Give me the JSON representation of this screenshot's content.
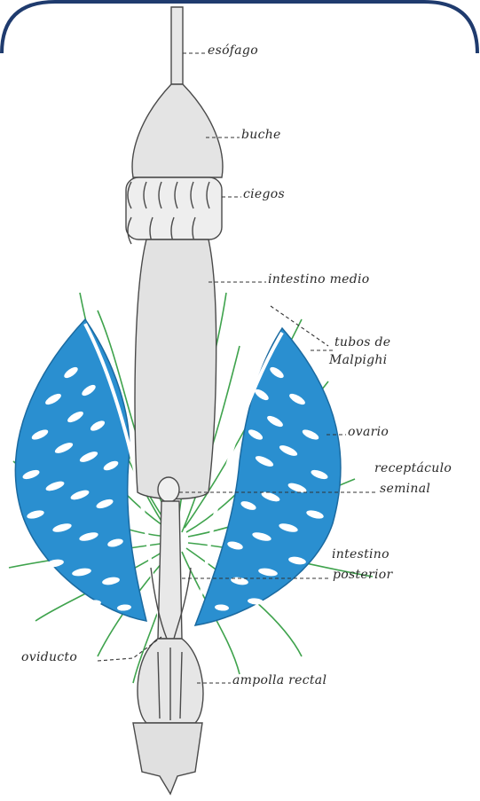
{
  "labels": {
    "esofago": "esófago",
    "buche": "buche",
    "ciegos": "ciegos",
    "intestino_medio": "intestino medio",
    "tubos_line1": "tubos de",
    "tubos_line2": "Malpighi",
    "ovario": "ovario",
    "receptaculo_line1": "receptáculo",
    "receptaculo_line2": "seminal",
    "posterior_line1": "intestino",
    "posterior_line2": "posterior",
    "oviducto": "oviducto",
    "ampolla": "ampolla rectal"
  },
  "colors": {
    "frame": "#1f3b6e",
    "ovary": "#2a8fd0",
    "tubules": "#3fa34d",
    "ink": "#2a2a2a"
  }
}
